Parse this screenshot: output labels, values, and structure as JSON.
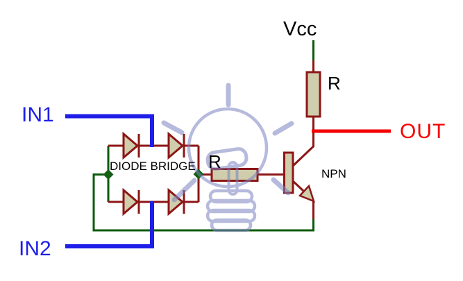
{
  "schematic": {
    "labels": {
      "in1": "IN1",
      "in2": "IN2",
      "vcc": "Vcc",
      "out": "OUT",
      "r_pullup": "R",
      "r_base": "R",
      "diode_bridge": "DIODE BRIDGE",
      "npn": "NPN"
    },
    "colors": {
      "background": "#ffffff",
      "wire_blue": "#1e1ee8",
      "wire_green": "#0b5a0b",
      "junction_green": "#146014",
      "component_maroon": "#8c1616",
      "component_fill": "#d0cdad",
      "wire_red": "#f40000",
      "label_black": "#000000",
      "watermark": "#7c82c0"
    }
  }
}
